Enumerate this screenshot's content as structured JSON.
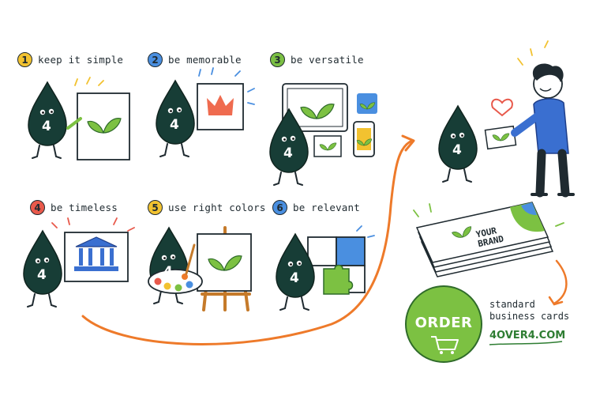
{
  "steps": [
    {
      "num": "1",
      "label": "keep it simple",
      "color": "#f2c230"
    },
    {
      "num": "2",
      "label": "be memorable",
      "color": "#4a8fe0"
    },
    {
      "num": "3",
      "label": "be versatile",
      "color": "#7bbf44"
    },
    {
      "num": "4",
      "label": "be timeless",
      "color": "#e8594b"
    },
    {
      "num": "5",
      "label": "use right colors",
      "color": "#f2c230"
    },
    {
      "num": "6",
      "label": "be relevant",
      "color": "#4a8fe0"
    }
  ],
  "mascot": {
    "number": "4",
    "color": "#173d36"
  },
  "card": {
    "brand_line1": "YOUR",
    "brand_line2": "BRAND"
  },
  "order": {
    "button": "ORDER",
    "line1": "standard",
    "line2": "business cards",
    "url": "4OVER4.COM"
  },
  "colors": {
    "arrow": "#ee7a2a",
    "green": "#7cc142",
    "dark": "#173d36"
  }
}
